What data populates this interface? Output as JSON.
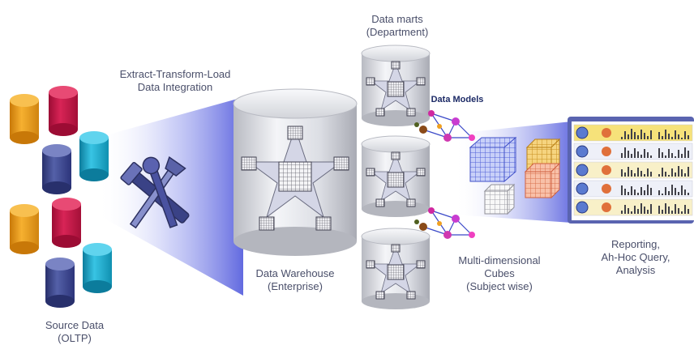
{
  "labels": {
    "etl_line1": "Extract-Transform-Load",
    "etl_line2": "Data Integration",
    "marts_line1": "Data marts",
    "marts_line2": "(Department)",
    "data_models": "Data Models",
    "warehouse_line1": "Data Warehouse",
    "warehouse_line2": "(Enterprise)",
    "cubes_line1": "Multi-dimensional",
    "cubes_line2": "Cubes",
    "cubes_line3": "(Subject wise)",
    "reporting_line1": "Reporting,",
    "reporting_line2": "Ah-Hoc Query,",
    "reporting_line3": "Analysis",
    "source_line1": "Source Data",
    "source_line2": "(OLTP)"
  },
  "colors": {
    "orange": "#f0a020",
    "crimson": "#c8184a",
    "navy": "#3c4690",
    "teal": "#20a8c8",
    "beam": "#6a70e0",
    "cylinder": "#d8dae0"
  },
  "icons": {
    "etl": "tools-icon",
    "warehouse": "database-star-schema-icon",
    "marts": "database-star-schema-icon",
    "models": "network-graph-icon",
    "cubes": "cube-grid-icon",
    "report": "dashboard-screen-icon"
  }
}
